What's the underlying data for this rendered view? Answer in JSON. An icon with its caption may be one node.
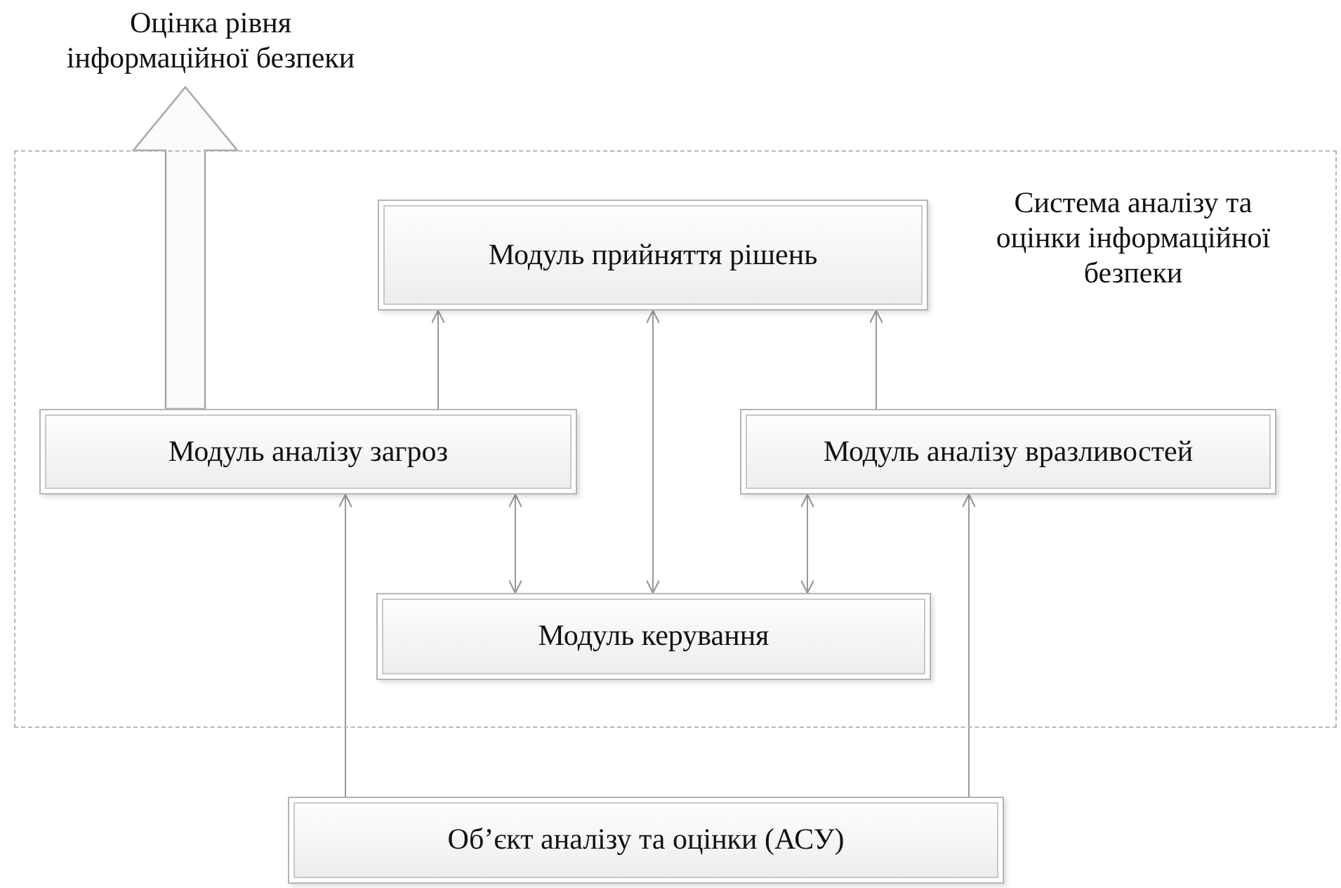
{
  "diagram": {
    "nodes": [
      {
        "text": [
          "Система аналізу та оцінки інформаційної безпеки"
        ]
      },
      {
        "text": [
          "Модуль прийняття рішень"
        ],
        "in": 0
      },
      {
        "text": [
          "Модуль аналізу загроз"
        ],
        "in": 0
      },
      {
        "text": [
          "Модуль аналізу вразливостей"
        ],
        "in": 0
      },
      {
        "text": [
          "Модуль керування"
        ],
        "in": 0
      },
      {
        "text": [
          "Об’єкт аналізу та оцінки (АСУ)"
        ]
      },
      {
        "text": [
          "Оцінка рівня інформаційної безпеки"
        ]
      }
    ],
    "edges": [
      {
        "from": 2,
        "to": 1,
        "arrow": "to"
      },
      {
        "from": 3,
        "to": 1,
        "arrow": "to"
      },
      {
        "from": 1,
        "to": 4,
        "arrow": "both"
      },
      {
        "from": 2,
        "to": 4,
        "arrow": "both"
      },
      {
        "from": 3,
        "to": 4,
        "arrow": "both"
      },
      {
        "from": 5,
        "to": 2,
        "arrow": "to"
      },
      {
        "from": 5,
        "to": 3,
        "arrow": "to"
      },
      {
        "from": 2,
        "to": 6,
        "arrow": "to",
        "style": "thick"
      }
    ]
  }
}
